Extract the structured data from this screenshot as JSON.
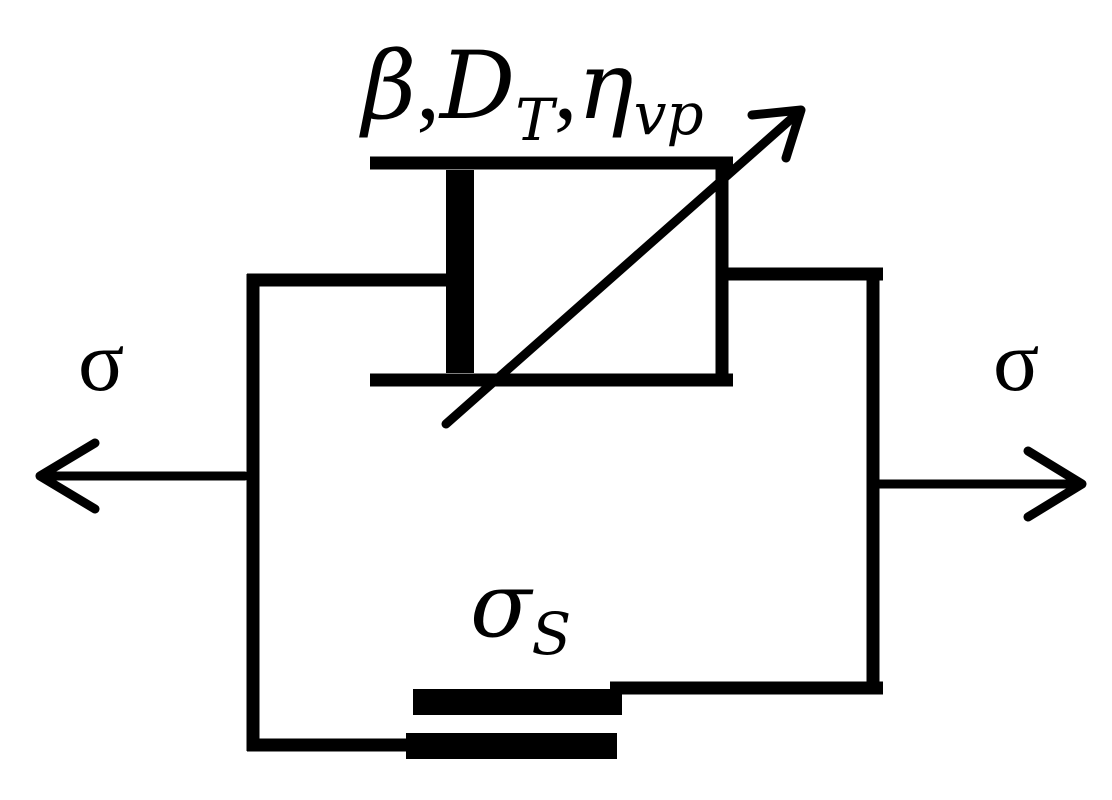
{
  "diagram": {
    "parameter_label": {
      "beta": "β",
      "sep1": ",",
      "D": "D",
      "D_sub": "T",
      "sep2": ",",
      "eta": "η",
      "eta_sub": "vp"
    },
    "left_stress_label": "σ",
    "right_stress_label": "σ",
    "friction_label": {
      "sigma": "σ",
      "sub": "S"
    },
    "line_color": "#000000",
    "background_color": "#ffffff"
  }
}
